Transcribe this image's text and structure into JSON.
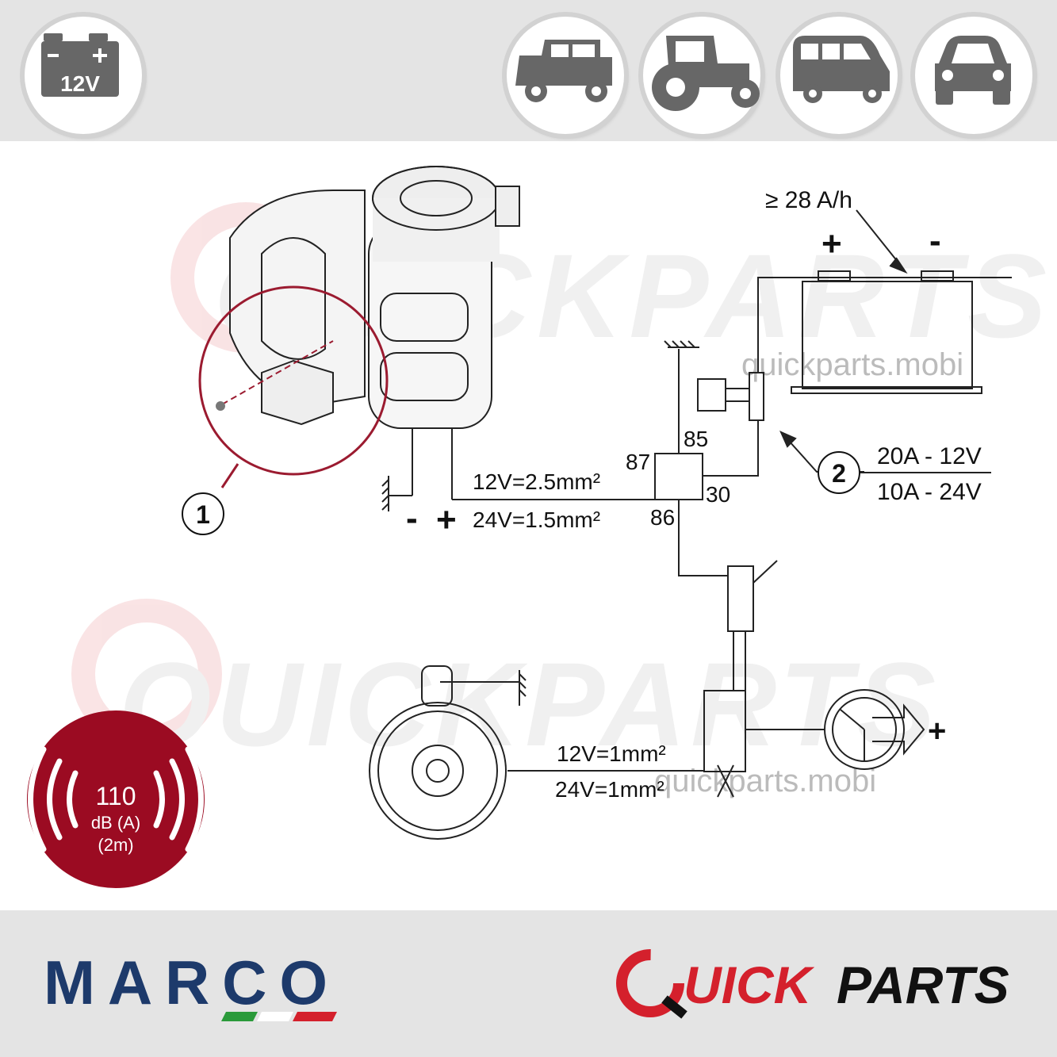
{
  "header": {
    "voltage_badge": "12V",
    "vehicle_icons": [
      "off-road-vehicle-icon",
      "tractor-icon",
      "van-icon",
      "car-icon"
    ]
  },
  "watermark": {
    "brand": "QUICKPARTS",
    "url": "quickparts.mobi"
  },
  "diagram": {
    "battery_capacity": "≥ 28 A/h",
    "battery_plus": "+",
    "battery_minus": "-",
    "relay_pins": {
      "p85": "85",
      "p87": "87",
      "p30": "30",
      "p86": "86"
    },
    "wire_horn_12v": "12V=2.5mm²",
    "wire_horn_24v": "24V=1.5mm²",
    "horn_minus": "-",
    "horn_plus": "+",
    "callout_1": "1",
    "callout_2": "2",
    "fuse_12v": "20A - 12V",
    "fuse_24v": "10A - 24V",
    "wire_switch_12v": "12V=1mm²",
    "wire_switch_24v": "24V=1mm²",
    "steering_plus": "+"
  },
  "sound_badge": {
    "value": "110",
    "unit": "dB (A)",
    "distance": "(2m)",
    "color": "#9b0b22"
  },
  "footer": {
    "brand_left": "MARCO",
    "brand_right_q": "Q",
    "brand_right_uick": "UICK",
    "brand_right_parts": "PARTS",
    "marco_color": "#1d3a6b",
    "quickparts_red": "#d4202c"
  }
}
